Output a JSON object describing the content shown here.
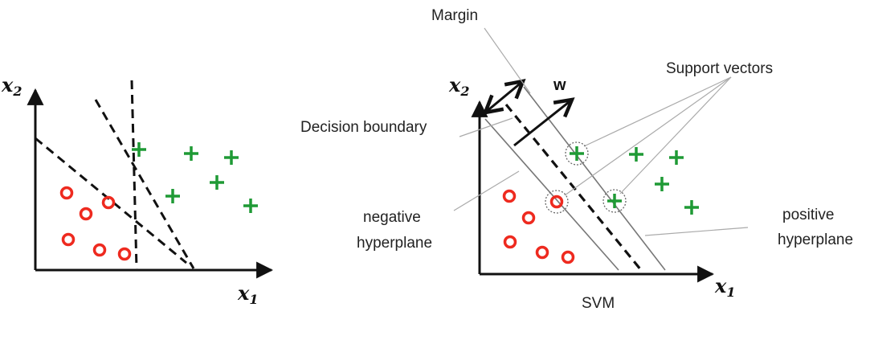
{
  "left_plot": {
    "x_axis": {
      "var": "x",
      "sub": "1"
    },
    "y_axis": {
      "var": "x",
      "sub": "2"
    },
    "circle_color": "#ee2a1f",
    "plus_color": "#1f9a35"
  },
  "right_plot": {
    "x_axis": {
      "var": "x",
      "sub": "1"
    },
    "y_axis": {
      "var": "x",
      "sub": "2"
    },
    "labels": {
      "margin": "Margin",
      "support_vectors": "Support vectors",
      "decision_boundary": "Decision boundary",
      "w": "w",
      "negative_hyperplane_line1": "negative",
      "negative_hyperplane_line2": "hyperplane",
      "positive_hyperplane_line1": "positive",
      "positive_hyperplane_line2": "hyperplane",
      "title": "SVM"
    },
    "circle_color": "#ee2a1f",
    "plus_color": "#1f9a35",
    "support_vector_ring_color": "#666666"
  }
}
